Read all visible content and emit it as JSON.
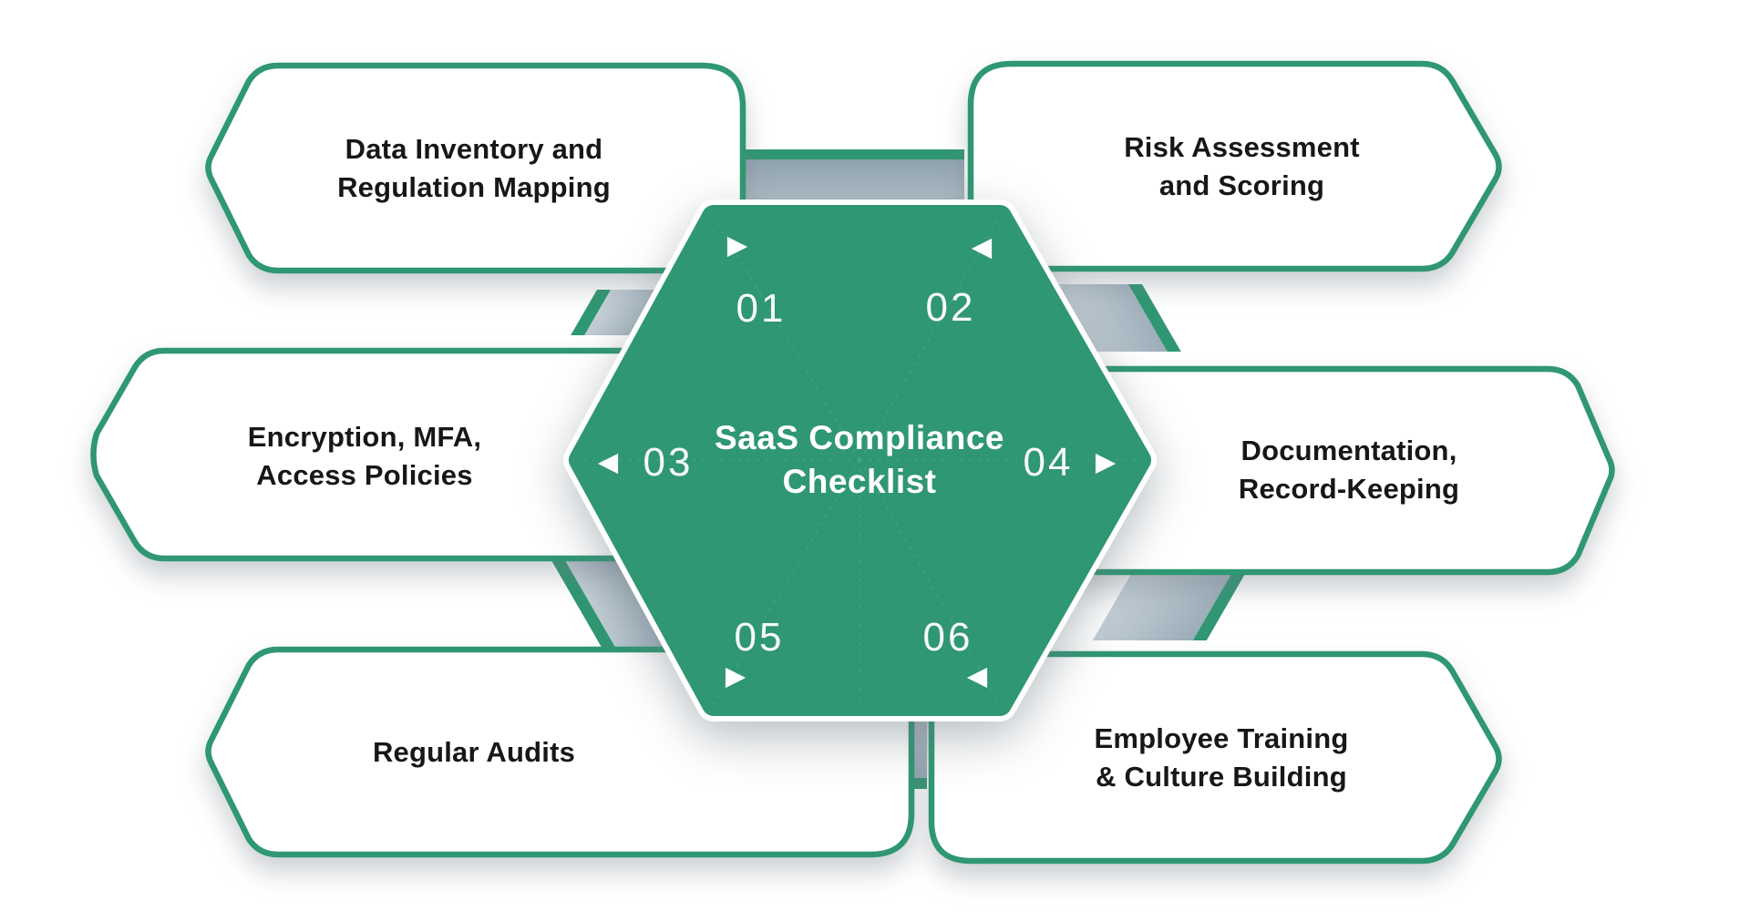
{
  "colors": {
    "green": "#2F9772",
    "text_dark": "#171717",
    "white": "#ffffff",
    "connector_gray_light": "#c9d4da",
    "connector_gray_dark": "#93a5b1"
  },
  "center": {
    "title_line1": "SaaS Compliance",
    "title_line2": "Checklist"
  },
  "icons": {
    "triangle_right": "▶",
    "triangle_left": "◀"
  },
  "steps": [
    {
      "num": "01",
      "arrow": "right"
    },
    {
      "num": "02",
      "arrow": "left"
    },
    {
      "num": "03",
      "arrow": "left"
    },
    {
      "num": "04",
      "arrow": "right"
    },
    {
      "num": "05",
      "arrow": "right"
    },
    {
      "num": "06",
      "arrow": "left"
    }
  ],
  "banners": [
    {
      "line1": "Data Inventory and",
      "line2": "Regulation Mapping"
    },
    {
      "line1": "Risk Assessment",
      "line2": "and Scoring"
    },
    {
      "line1": "Encryption, MFA,",
      "line2": "Access Policies"
    },
    {
      "line1": "Documentation,",
      "line2": "Record-Keeping"
    },
    {
      "line1": "Regular Audits",
      "line2": ""
    },
    {
      "line1": "Employee Training",
      "line2": "& Culture Building"
    }
  ]
}
